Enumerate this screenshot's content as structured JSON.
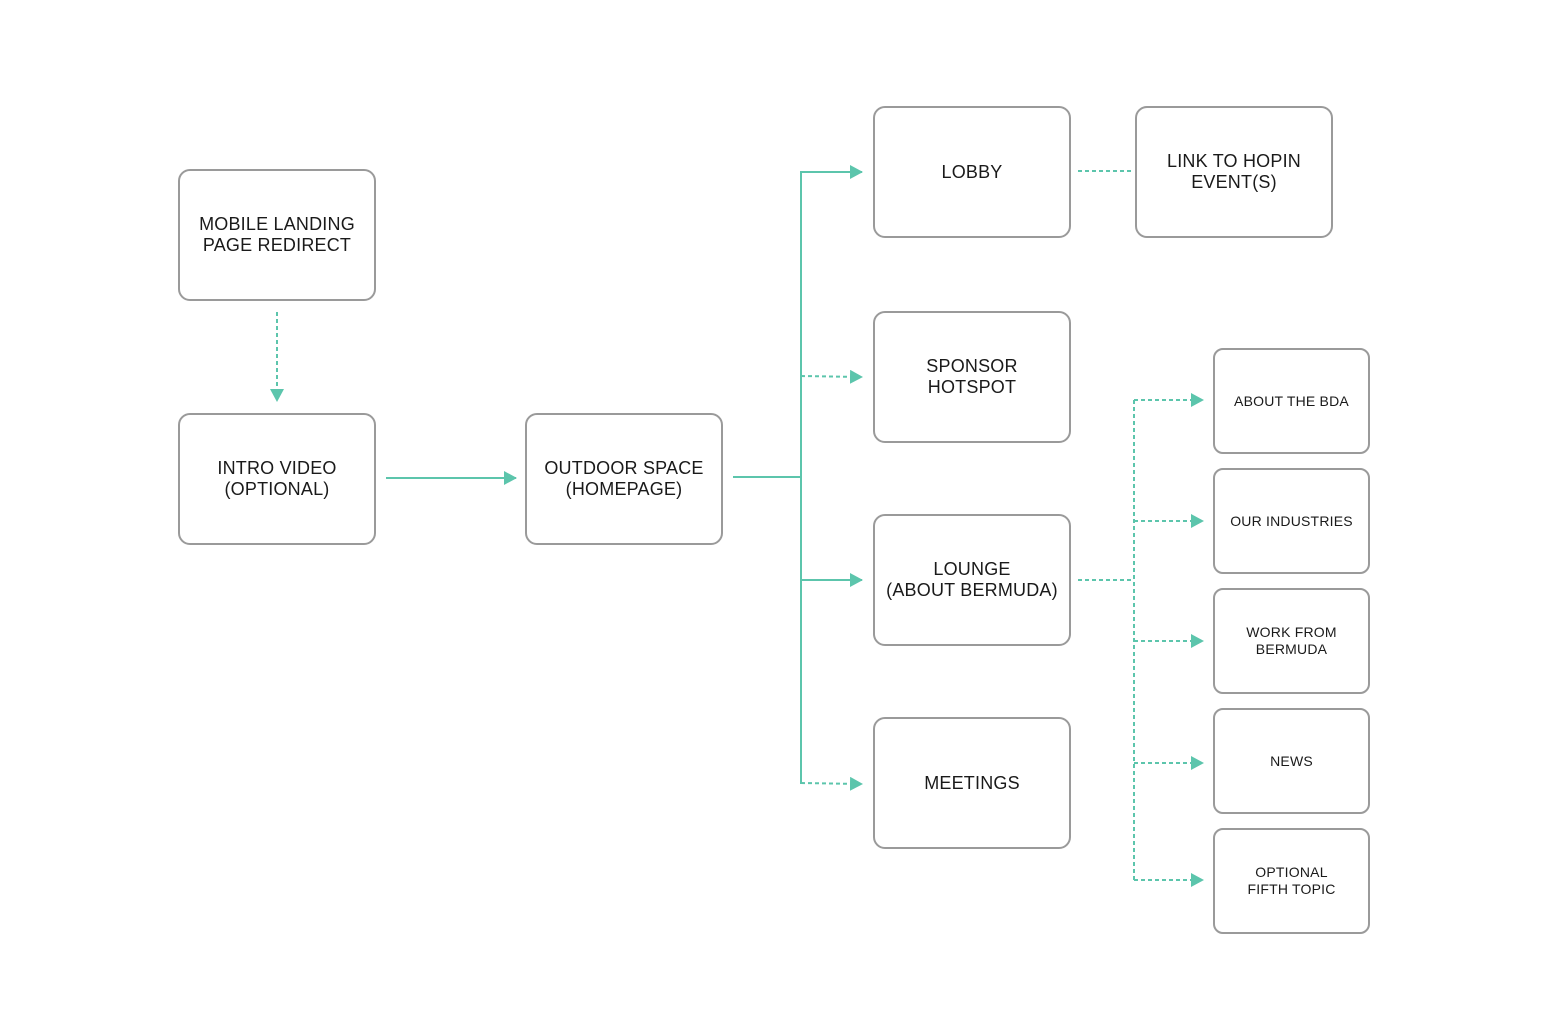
{
  "colors": {
    "connector": "#5cc5ac",
    "node_border": "#9a9a9a",
    "text": "#1a1a1a",
    "background": "#ffffff"
  },
  "nodes": {
    "mobile_landing": "MOBILE LANDING\nPAGE REDIRECT",
    "intro_video": "INTRO VIDEO\n(OPTIONAL)",
    "outdoor_space": "OUTDOOR SPACE\n(HOMEPAGE)",
    "lobby": "LOBBY",
    "hopin_link": "LINK TO HOPIN\nEVENT(S)",
    "sponsor_hotspot": "SPONSOR\nHOTSPOT",
    "lounge": "LOUNGE\n(ABOUT BERMUDA)",
    "meetings": "MEETINGS",
    "about_bda": "ABOUT THE BDA",
    "our_industries": "OUR INDUSTRIES",
    "work_from_bermuda": "WORK FROM\nBERMUDA",
    "news": "NEWS",
    "optional_fifth_topic": "OPTIONAL\nFIFTH TOPIC"
  },
  "edges": [
    {
      "from": "mobile_landing",
      "to": "intro_video",
      "style": "dashed",
      "arrow": true
    },
    {
      "from": "intro_video",
      "to": "outdoor_space",
      "style": "solid",
      "arrow": true
    },
    {
      "from": "outdoor_space",
      "to": "lobby",
      "style": "solid",
      "arrow": true
    },
    {
      "from": "outdoor_space",
      "to": "sponsor_hotspot",
      "style": "dashed",
      "arrow": true
    },
    {
      "from": "outdoor_space",
      "to": "lounge",
      "style": "solid",
      "arrow": true
    },
    {
      "from": "outdoor_space",
      "to": "meetings",
      "style": "dashed",
      "arrow": true
    },
    {
      "from": "lobby",
      "to": "hopin_link",
      "style": "dashed",
      "arrow": false
    },
    {
      "from": "lounge",
      "to": "about_bda",
      "style": "dashed",
      "arrow": true
    },
    {
      "from": "lounge",
      "to": "our_industries",
      "style": "dashed",
      "arrow": true
    },
    {
      "from": "lounge",
      "to": "work_from_bermuda",
      "style": "dashed",
      "arrow": true
    },
    {
      "from": "lounge",
      "to": "news",
      "style": "dashed",
      "arrow": true
    },
    {
      "from": "lounge",
      "to": "optional_fifth_topic",
      "style": "dashed",
      "arrow": true
    }
  ]
}
